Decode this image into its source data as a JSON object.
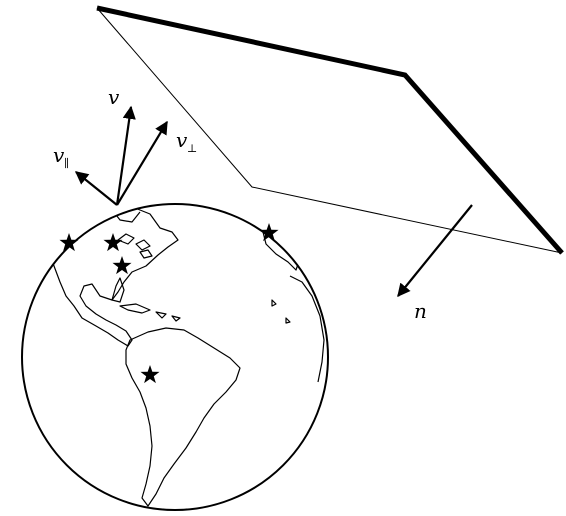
{
  "labels": {
    "v": "v",
    "v_parallel": "v",
    "v_parallel_sub": "∥",
    "v_perp": "v",
    "v_perp_sub": "⊥",
    "n": "n"
  },
  "colors": {
    "ink": "#000000",
    "background": "#ffffff"
  },
  "markers": {
    "count": 5,
    "shape": "star-icon"
  }
}
